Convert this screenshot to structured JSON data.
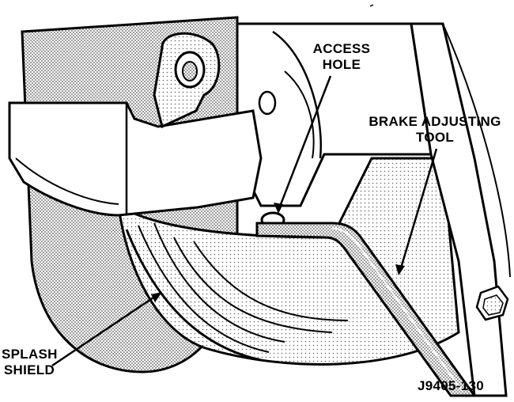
{
  "callouts": {
    "access_hole": [
      "ACCESS",
      "HOLE"
    ],
    "brake_adjusting_tool": [
      "BRAKE ADJUSTING",
      "TOOL"
    ],
    "splash_shield": [
      "SPLASH",
      "SHIELD"
    ]
  },
  "figure_id": "J9405-130",
  "colors": {
    "ink": "#000000",
    "paper": "#ffffff",
    "halftone": "#8a8a8a"
  }
}
